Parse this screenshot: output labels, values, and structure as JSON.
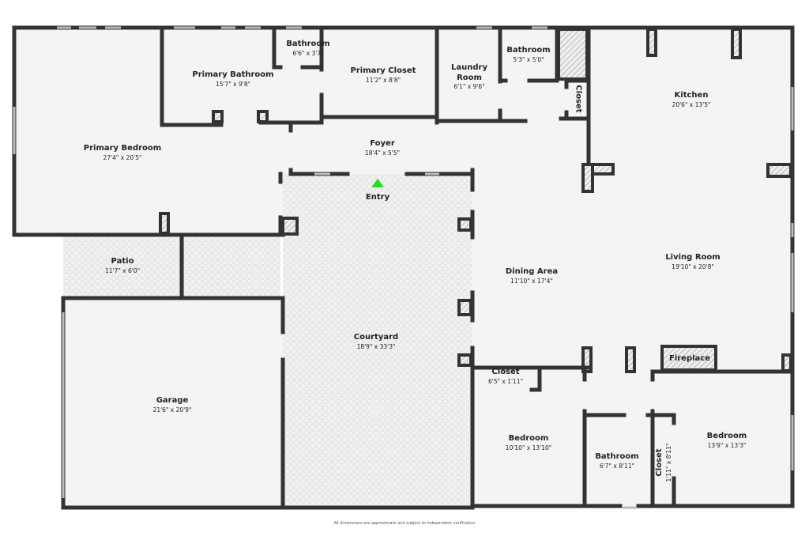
{
  "rooms": {
    "primary_bedroom": {
      "name": "Primary Bedroom",
      "dim": "27'4\" x 20'5\""
    },
    "primary_bathroom": {
      "name": "Primary Bathroom",
      "dim": "15'7\" x 9'8\""
    },
    "bathroom_1": {
      "name": "Bathroom",
      "dim": "6'6\" x 3'7\""
    },
    "primary_closet": {
      "name": "Primary Closet",
      "dim": "11'2\" x 8'8\""
    },
    "laundry": {
      "name": "Laundry Room",
      "dim": "6'1\" x 9'6\""
    },
    "bathroom_2": {
      "name": "Bathroom",
      "dim": "5'3\" x 5'0\""
    },
    "closet_hall": {
      "name": "Closet"
    },
    "kitchen": {
      "name": "Kitchen",
      "dim": "20'6\" x 13'5\""
    },
    "foyer": {
      "name": "Foyer",
      "dim": "18'4\" x 5'5\""
    },
    "entry": {
      "name": "Entry"
    },
    "patio": {
      "name": "Patio",
      "dim": "11'7\" x 6'0\""
    },
    "courtyard": {
      "name": "Courtyard",
      "dim": "18'9\" x 33'3\""
    },
    "garage": {
      "name": "Garage",
      "dim": "21'6\" x 20'9\""
    },
    "dining": {
      "name": "Dining Area",
      "dim": "11'10\" x 17'4\""
    },
    "living": {
      "name": "Living Room",
      "dim": "19'10\" x 20'8\""
    },
    "fireplace": {
      "name": "Fireplace"
    },
    "closet_bed": {
      "name": "Closet",
      "dim": "6'5\" x 1'11\""
    },
    "bedroom_1": {
      "name": "Bedroom",
      "dim": "10'10\" x 13'10\""
    },
    "bathroom_3": {
      "name": "Bathroom",
      "dim": "6'7\" x 8'11\""
    },
    "closet_3": {
      "name": "Closet",
      "dim": "1'11\" x 8'11\""
    },
    "bedroom_2": {
      "name": "Bedroom",
      "dim": "13'9\" x 13'3\""
    }
  },
  "disclaimer": "All dimensions are approximate and subject to independent verification",
  "colors": {
    "wall": "#333333",
    "floor": "#f4f4f4",
    "entry_marker": "#22dd22"
  }
}
